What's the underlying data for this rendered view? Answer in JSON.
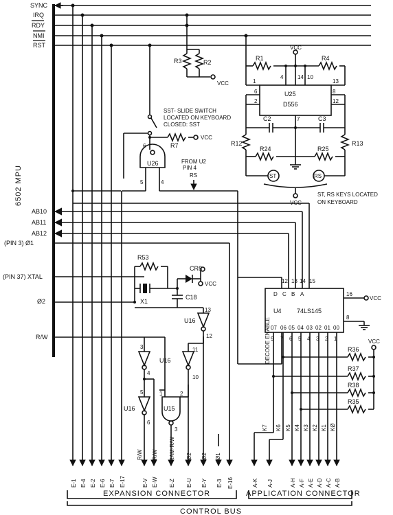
{
  "bus_lines": [
    "SYNC",
    "IRQ",
    "RDY",
    "NMI",
    "RST"
  ],
  "cpu_label": "6502 MPU",
  "left_signals": [
    "AB10",
    "AB11",
    "AB12",
    "(PIN 3) Ø1",
    "(PIN 37) XTAL",
    "Ø2",
    "R/W"
  ],
  "vcc": "VCC",
  "resistors": {
    "r1": "R1",
    "r2": "R2",
    "r3": "R3",
    "r4": "R4",
    "r7": "R7",
    "r12": "R12",
    "r13": "R13",
    "r24": "R24",
    "r25": "R25",
    "r35": "R35",
    "r36": "R36",
    "r37": "R37",
    "r38": "R38",
    "r53": "R53"
  },
  "capacitors": {
    "c2": "C2",
    "c3": "C3",
    "c18": "C18"
  },
  "crystal": "X1",
  "diode": "CR8",
  "u25": {
    "name": "U25",
    "part": "D556",
    "pins": [
      "1",
      "6",
      "2",
      "4",
      "14",
      "10",
      "13",
      "8",
      "12",
      "7"
    ]
  },
  "u26": {
    "name": "U26",
    "pins": [
      "6",
      "5",
      "4"
    ]
  },
  "sst_note": [
    "SST- SLIDE SWITCH",
    "LOCATED ON KEYBOARD",
    "CLOSED: SST"
  ],
  "from_u2": [
    "FROM U2",
    "PIN 4",
    "RS"
  ],
  "keys": {
    "st": "ST",
    "rs": "RS",
    "note": [
      "ST, RS KEYS LOCATED",
      "ON KEYBOARD"
    ]
  },
  "u4": {
    "name": "U4",
    "part": "74LS145",
    "inputs": [
      "D",
      "C",
      "B",
      "A"
    ],
    "input_pins": [
      "12",
      "13",
      "14",
      "15"
    ],
    "outputs": [
      "07",
      "06",
      "05",
      "04",
      "03",
      "02",
      "01",
      "00"
    ],
    "output_pins": [
      "9",
      "7",
      "6",
      "5",
      "4",
      "3",
      "2",
      "1"
    ],
    "pin16": "16",
    "pin8": "8"
  },
  "decode_enable": "DECODE ENABLE",
  "u16": "U16",
  "u15": "U15",
  "u16_pins": {
    "a_in": "13",
    "a_out": "12",
    "b_in": "3",
    "b_out": "4",
    "c_in": "11",
    "c_out": "10",
    "d_in": "5",
    "d_out": "6"
  },
  "u15_pins": {
    "in1": "1",
    "in2": "2",
    "out": "3"
  },
  "mid_signal_labels": [
    "R/W",
    "R/W",
    "RAM-R/W",
    "Ø2",
    "Ø2",
    "Ø1"
  ],
  "k_labels": [
    "K7",
    "K6",
    "K5",
    "K4",
    "K3",
    "K2",
    "K1",
    "KØ"
  ],
  "expansion_pins": [
    "E-1",
    "E-4",
    "E-2",
    "E-6",
    "E-7",
    "E-17",
    "E-V",
    "E-W",
    "E-Z",
    "E-U",
    "E-Y",
    "E-3",
    "E-16"
  ],
  "application_pins": [
    "A-K",
    "A-J",
    "A-H",
    "A-F",
    "A-E",
    "A-D",
    "A-C",
    "A-B"
  ],
  "expansion_label": "EXPANSION  CONNECTOR",
  "application_label": "APPLICATION  CONNECTOR",
  "control_bus_label": "CONTROL  BUS"
}
